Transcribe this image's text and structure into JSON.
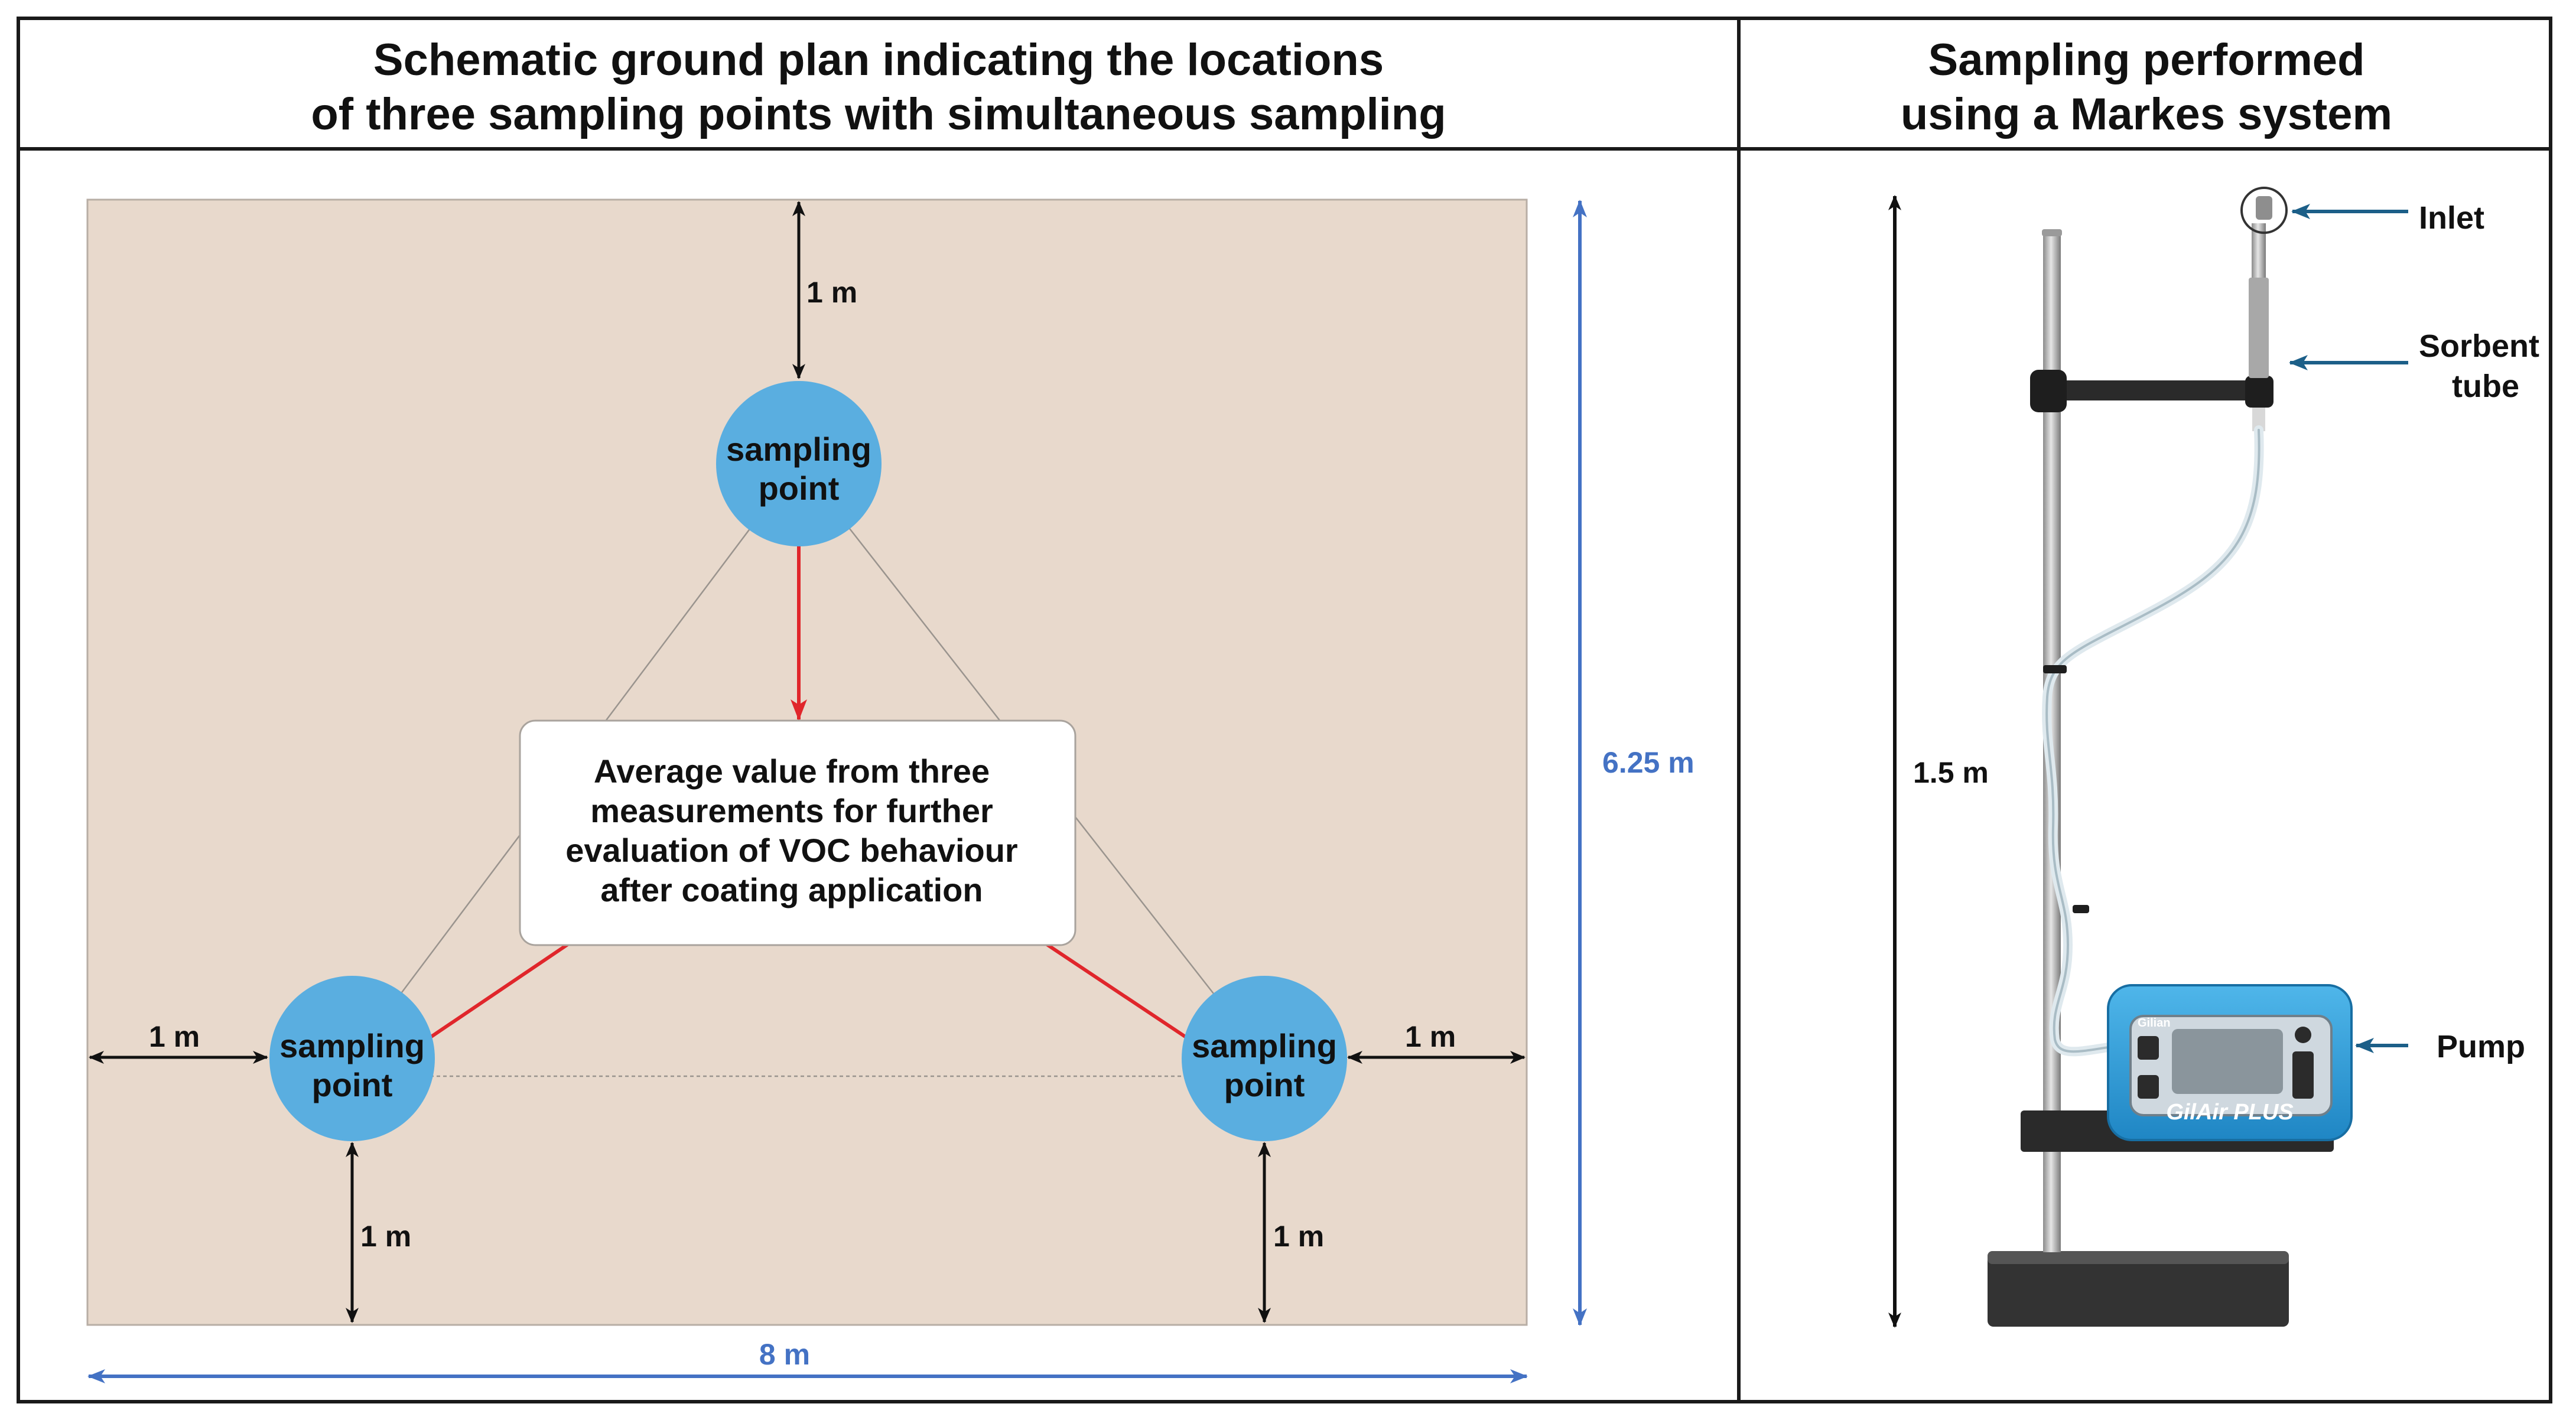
{
  "left_panel": {
    "title_line1": "Schematic ground plan indicating the locations",
    "title_line2": "of three sampling points with simultaneous sampling",
    "sampling_point_line1": "sampling",
    "sampling_point_line2": "point",
    "center_box": {
      "line1": "Average value from three",
      "line2": "measurements for further",
      "line3": "evaluation of VOC behaviour",
      "line4": "after coating application"
    },
    "dim_top": "1 m",
    "dim_left": "1 m",
    "dim_right": "1 m",
    "dim_bottom_left": "1 m",
    "dim_bottom_right": "1 m",
    "width_label": "8 m",
    "height_label": "6.25 m"
  },
  "right_panel": {
    "title_line1": "Sampling performed",
    "title_line2": "using a Markes system",
    "height_label": "1.5 m",
    "label_inlet": "Inlet",
    "label_sorbent_line1": "Sorbent",
    "label_sorbent_line2": "tube",
    "label_pump": "Pump",
    "pump_brand": "Gilian",
    "pump_model": "GilAir PLUS"
  },
  "colors": {
    "floor": "#e8d9cc",
    "circle": "#5aaee0",
    "red_arrow": "#e0262b",
    "blue_dim": "#4472c4",
    "label_arrow": "#1c5f88",
    "pump_body": "#2d9ad6"
  }
}
